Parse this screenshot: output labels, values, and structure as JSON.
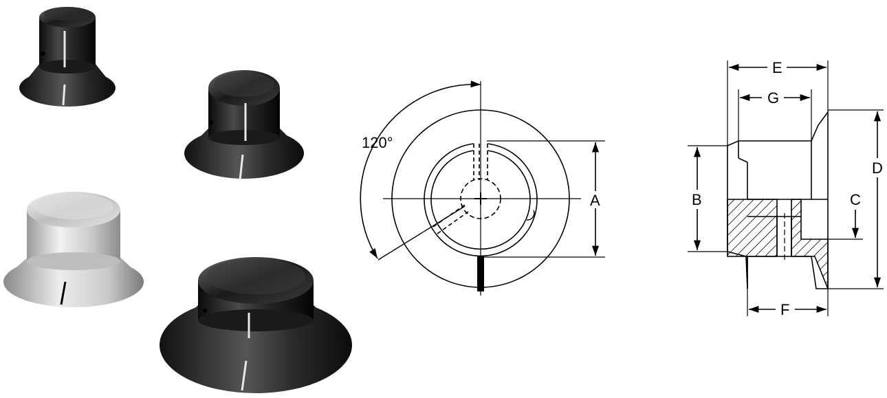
{
  "colors": {
    "background": "#ffffff",
    "line": "#000000",
    "knob_dark": "#1c1c1c",
    "knob_silver": "#d8d8d8"
  },
  "photos": [
    {
      "name": "knob-photo-small-black",
      "finish": "black"
    },
    {
      "name": "knob-photo-medium-black",
      "finish": "black"
    },
    {
      "name": "knob-photo-silver",
      "finish": "silver"
    },
    {
      "name": "knob-photo-large-black",
      "finish": "black"
    }
  ],
  "front_view": {
    "angle_label": "120°",
    "dimension_a": "A"
  },
  "side_view": {
    "dimension_b": "B",
    "dimension_c": "C",
    "dimension_d": "D",
    "dimension_e": "E",
    "dimension_f": "F",
    "dimension_g": "G"
  }
}
